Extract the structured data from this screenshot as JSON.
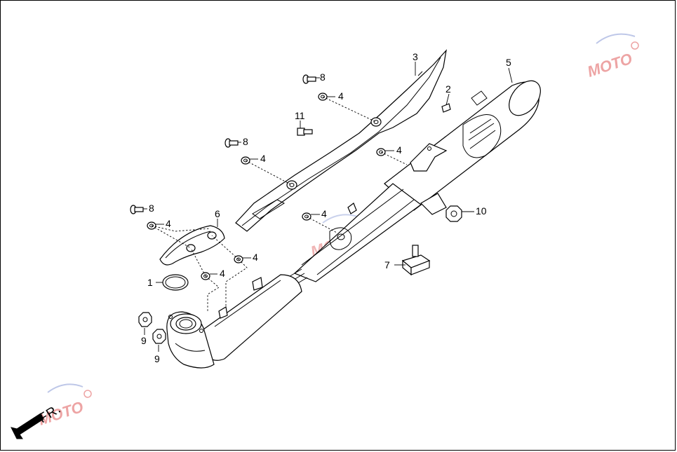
{
  "diagram": {
    "callouts": [
      {
        "id": "label-1",
        "text": "1"
      },
      {
        "id": "label-2",
        "text": "2"
      },
      {
        "id": "label-3",
        "text": "3"
      },
      {
        "id": "label-4a",
        "text": "4"
      },
      {
        "id": "label-4b",
        "text": "4"
      },
      {
        "id": "label-4c",
        "text": "4"
      },
      {
        "id": "label-4d",
        "text": "4"
      },
      {
        "id": "label-4e",
        "text": "4"
      },
      {
        "id": "label-4f",
        "text": "4"
      },
      {
        "id": "label-4g",
        "text": "4"
      },
      {
        "id": "label-5",
        "text": "5"
      },
      {
        "id": "label-6",
        "text": "6"
      },
      {
        "id": "label-7",
        "text": "7"
      },
      {
        "id": "label-8a",
        "text": "8"
      },
      {
        "id": "label-8b",
        "text": "8"
      },
      {
        "id": "label-8c",
        "text": "8"
      },
      {
        "id": "label-9a",
        "text": "9"
      },
      {
        "id": "label-9b",
        "text": "9"
      },
      {
        "id": "label-10",
        "text": "10"
      },
      {
        "id": "label-11",
        "text": "11"
      }
    ],
    "direction_marker": "FR.",
    "watermark": "MOTO",
    "colors": {
      "line": "#000000",
      "background": "#ffffff",
      "watermark_red": "#e05a5a",
      "watermark_blue": "#8a9bd6"
    }
  }
}
